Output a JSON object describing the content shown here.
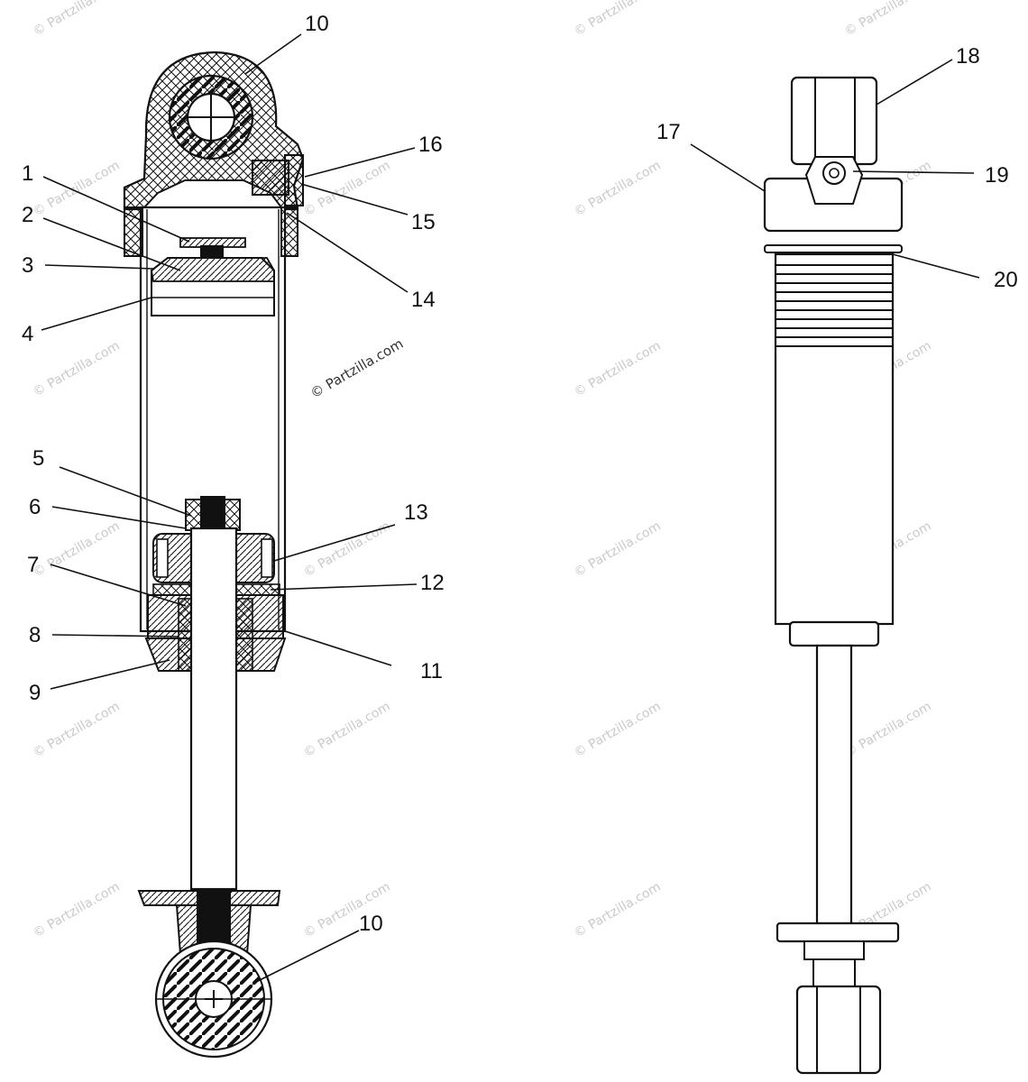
{
  "watermark": {
    "main": "© Partzilla.com",
    "tile": "© Partzilla.com"
  },
  "callouts": {
    "c1": "1",
    "c2": "2",
    "c3": "3",
    "c4": "4",
    "c5": "5",
    "c6": "6",
    "c7": "7",
    "c8": "8",
    "c9": "9",
    "c10_top": "10",
    "c10_bottom": "10",
    "c11": "11",
    "c12": "12",
    "c13": "13",
    "c14": "14",
    "c15": "15",
    "c16": "16",
    "c17": "17",
    "c18": "18",
    "c19": "19",
    "c20": "20"
  }
}
